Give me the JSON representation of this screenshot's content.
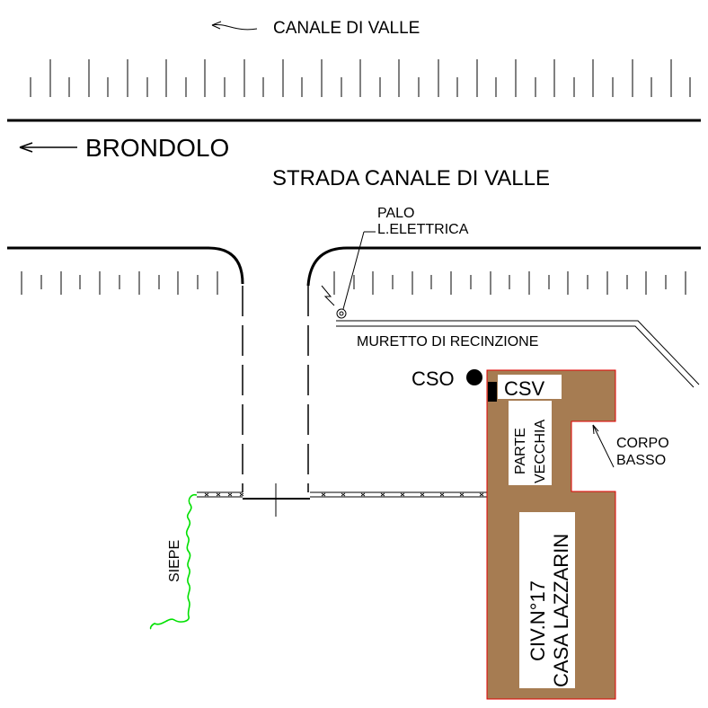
{
  "labels": {
    "canal": "CANALE DI VALLE",
    "direction": "BRONDOLO",
    "road": "STRADA CANALE DI VALLE",
    "pole_line1": "PALO",
    "pole_line2": "L.ELETTRICA",
    "wall": "MURETTO DI RECINZIONE",
    "cso": "CSO",
    "csv": "CSV",
    "old_part_line1": "PARTE",
    "old_part_line2": "VECCHIA",
    "low_body_line1": "CORPO",
    "low_body_line2": "BASSO",
    "hedge": "SIEPE",
    "house_line1": "CIV.N°17",
    "house_line2": "CASA LAZZARIN"
  },
  "colors": {
    "building_fill": "#a67c52",
    "building_outline": "#e00000",
    "hedge": "#00e000",
    "ink": "#000000"
  }
}
